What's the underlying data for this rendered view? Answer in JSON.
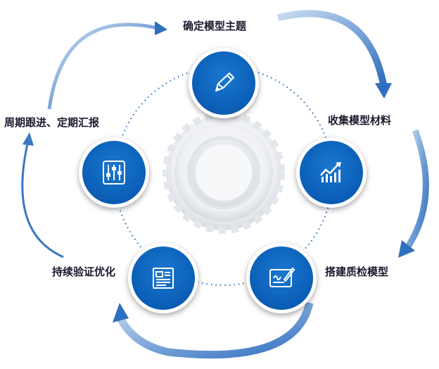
{
  "steps": [
    {
      "label": "确定模型主题",
      "icon": "pencil-icon"
    },
    {
      "label": "收集模型材料",
      "icon": "chart-growth-icon"
    },
    {
      "label": "搭建质检模型",
      "icon": "signature-board-icon"
    },
    {
      "label": "持续验证优化",
      "icon": "document-icon"
    },
    {
      "label": "周期跟进、定期汇报",
      "icon": "sliders-icon"
    }
  ],
  "colors": {
    "primary": "#0a5db5",
    "arrow": "#3a78c2",
    "text": "#1a1a2e"
  }
}
